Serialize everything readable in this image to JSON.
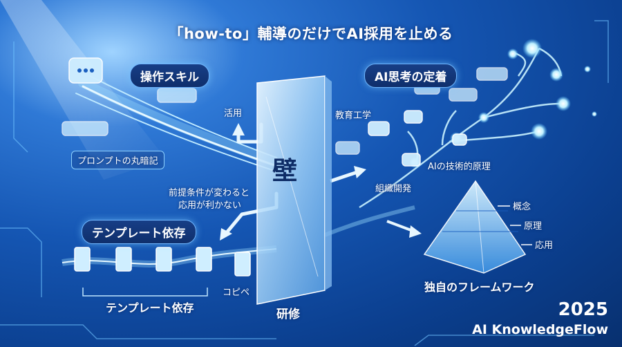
{
  "title": "「how-to」輔導のだけでAI採用を止める",
  "left": {
    "skill_pill": "操作スキル",
    "apply_label": "活用",
    "prompt_label": "プロンプトの丸暗記",
    "condition_label_1": "前提条件が変わると",
    "condition_label_2": "応用が利かない",
    "template_pill": "テンプレート依存",
    "template_caption": "テンプレート依存",
    "copypaste_label": "コピペ"
  },
  "center": {
    "wall_char": "壁",
    "training_label": "研修"
  },
  "right": {
    "ai_pill": "AI思考の定着",
    "education_label": "教育工学",
    "principle_label": "AIの技術的原理",
    "org_label": "組織開発",
    "pyramid_levels": [
      "概念",
      "原理",
      "応用"
    ],
    "framework_label": "独自のフレームワーク"
  },
  "footer": {
    "year": "2025",
    "brand": "AI KnowledgeFlow"
  }
}
